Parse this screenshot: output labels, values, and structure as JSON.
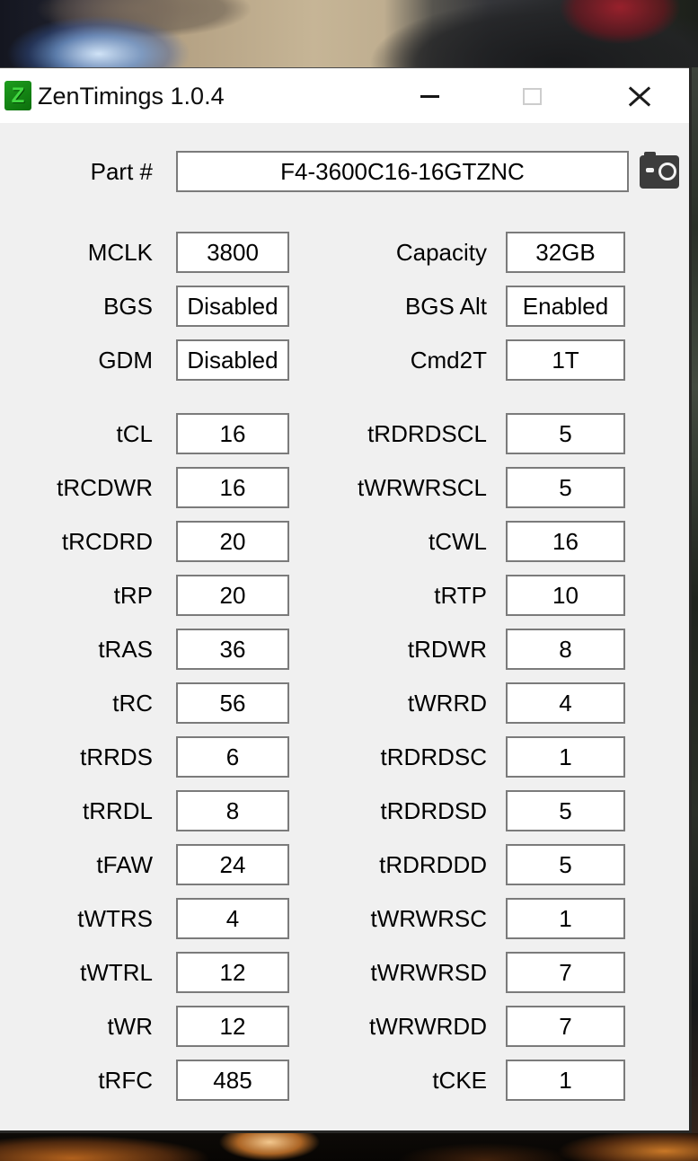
{
  "titlebar": {
    "title": "ZenTimings 1.0.4",
    "logo_letter": "Z",
    "icons": {
      "app": "zentimings-logo",
      "minimize": "minimize-icon",
      "maximize": "maximize-icon",
      "close": "close-icon"
    }
  },
  "part_row": {
    "label": "Part #",
    "value": "F4-3600C16-16GTZNC",
    "screenshot_button_icon": "camera-icon"
  },
  "info_rows": [
    {
      "left": {
        "label": "MCLK",
        "value": "3800"
      },
      "right": {
        "label": "Capacity",
        "value": "32GB"
      }
    },
    {
      "left": {
        "label": "BGS",
        "value": "Disabled"
      },
      "right": {
        "label": "BGS Alt",
        "value": "Enabled"
      }
    },
    {
      "left": {
        "label": "GDM",
        "value": "Disabled"
      },
      "right": {
        "label": "Cmd2T",
        "value": "1T"
      }
    }
  ],
  "timing_rows": [
    {
      "left": {
        "label": "tCL",
        "value": "16"
      },
      "right": {
        "label": "tRDRDSCL",
        "value": "5"
      }
    },
    {
      "left": {
        "label": "tRCDWR",
        "value": "16"
      },
      "right": {
        "label": "tWRWRSCL",
        "value": "5"
      }
    },
    {
      "left": {
        "label": "tRCDRD",
        "value": "20"
      },
      "right": {
        "label": "tCWL",
        "value": "16"
      }
    },
    {
      "left": {
        "label": "tRP",
        "value": "20"
      },
      "right": {
        "label": "tRTP",
        "value": "10"
      }
    },
    {
      "left": {
        "label": "tRAS",
        "value": "36"
      },
      "right": {
        "label": "tRDWR",
        "value": "8"
      }
    },
    {
      "left": {
        "label": "tRC",
        "value": "56"
      },
      "right": {
        "label": "tWRRD",
        "value": "4"
      }
    },
    {
      "left": {
        "label": "tRRDS",
        "value": "6"
      },
      "right": {
        "label": "tRDRDSC",
        "value": "1"
      }
    },
    {
      "left": {
        "label": "tRRDL",
        "value": "8"
      },
      "right": {
        "label": "tRDRDSD",
        "value": "5"
      }
    },
    {
      "left": {
        "label": "tFAW",
        "value": "24"
      },
      "right": {
        "label": "tRDRDDD",
        "value": "5"
      }
    },
    {
      "left": {
        "label": "tWTRS",
        "value": "4"
      },
      "right": {
        "label": "tWRWRSC",
        "value": "1"
      }
    },
    {
      "left": {
        "label": "tWTRL",
        "value": "12"
      },
      "right": {
        "label": "tWRWRSD",
        "value": "7"
      }
    },
    {
      "left": {
        "label": "tWR",
        "value": "12"
      },
      "right": {
        "label": "tWRWRDD",
        "value": "7"
      }
    },
    {
      "left": {
        "label": "tRFC",
        "value": "485"
      },
      "right": {
        "label": "tCKE",
        "value": "1"
      }
    }
  ],
  "colors": {
    "titlebar_bg": "#ffffff",
    "client_bg": "#f0f0f0",
    "box_border": "#7b7b7b",
    "logo_green": "#128a12",
    "camera_button_bg": "#3c3c3c"
  }
}
